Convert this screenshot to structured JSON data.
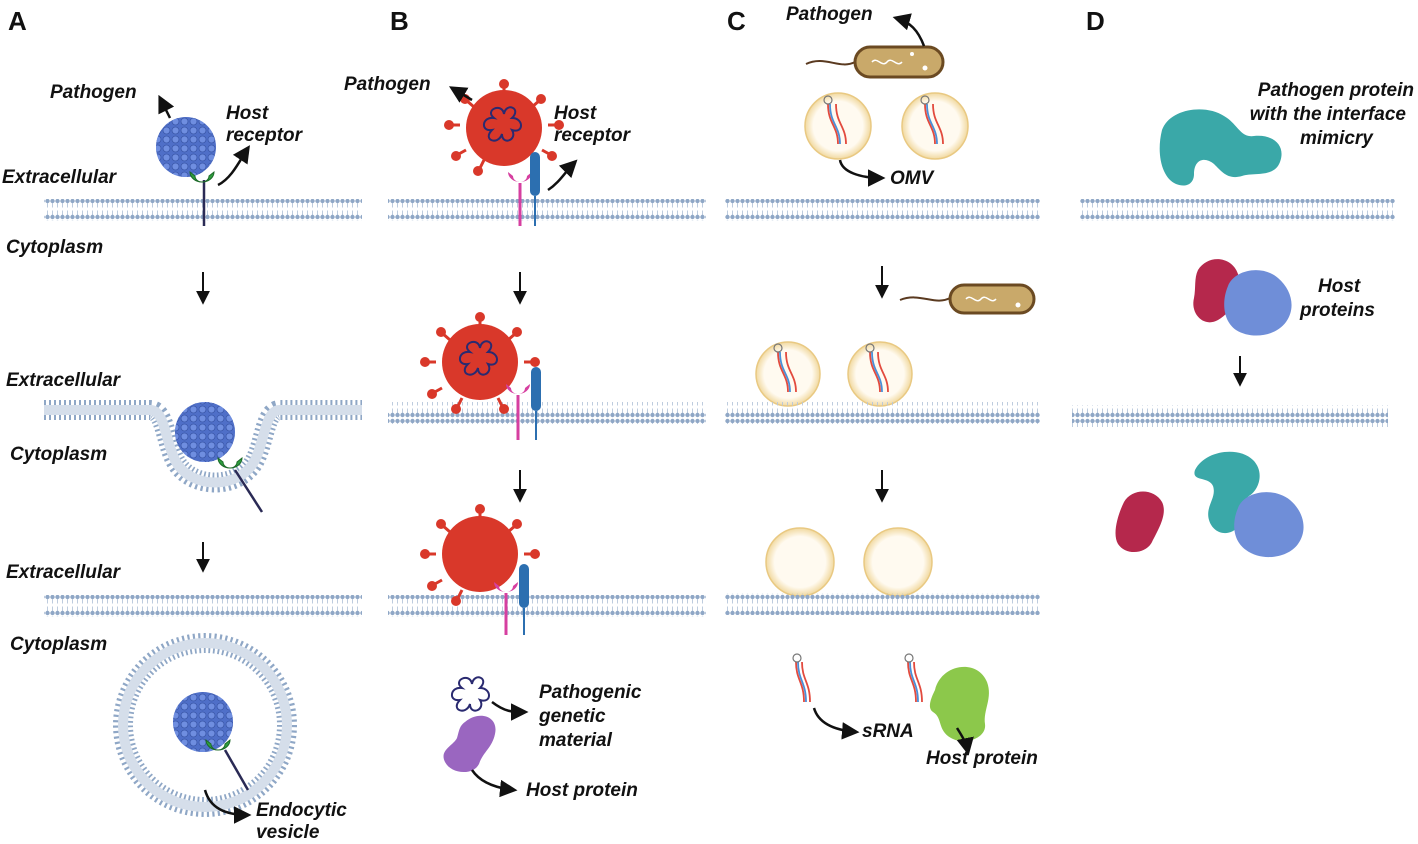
{
  "panels": {
    "A": {
      "letter": "A",
      "pathogen": "Pathogen",
      "host_receptor_l1": "Host",
      "host_receptor_l2": "receptor",
      "extracellular_1": "Extracellular",
      "cytoplasm_1": "Cytoplasm",
      "extracellular_2": "Extracellular",
      "cytoplasm_2": "Cytoplasm",
      "extracellular_3": "Extracellular",
      "cytoplasm_3": "Cytoplasm",
      "endocytic_l1": "Endocytic",
      "endocytic_l2": "vesicle"
    },
    "B": {
      "letter": "B",
      "pathogen": "Pathogen",
      "host_receptor_l1": "Host",
      "host_receptor_l2": "receptor",
      "genetic_l1": "Pathogenic",
      "genetic_l2": "genetic",
      "genetic_l3": "material",
      "host_protein": "Host protein"
    },
    "C": {
      "letter": "C",
      "pathogen": "Pathogen",
      "omv": "OMV",
      "srna": "sRNA",
      "host_protein": "Host protein"
    },
    "D": {
      "letter": "D",
      "mimic_l1": "Pathogen protein",
      "mimic_l2": "with the interface",
      "mimic_l3": "mimicry",
      "host_proteins_l1": "Host",
      "host_proteins_l2": "proteins"
    }
  },
  "colors": {
    "membrane": "#8fa7c6",
    "virus_blue": "#4f6fc8",
    "receptor_green": "#2e9e3e",
    "virus_red": "#d9382a",
    "pink_receptor": "#d63fa0",
    "blue_receptor": "#2c6fb0",
    "bacterium": "#c9a96a",
    "omv_fill": "#fdf6e6",
    "teal_protein": "#3aa8a8",
    "crimson_protein": "#b5284c",
    "periwinkle_protein": "#6f8ed8",
    "purple_protein": "#9a66c0",
    "lime_protein": "#8cc84b"
  }
}
